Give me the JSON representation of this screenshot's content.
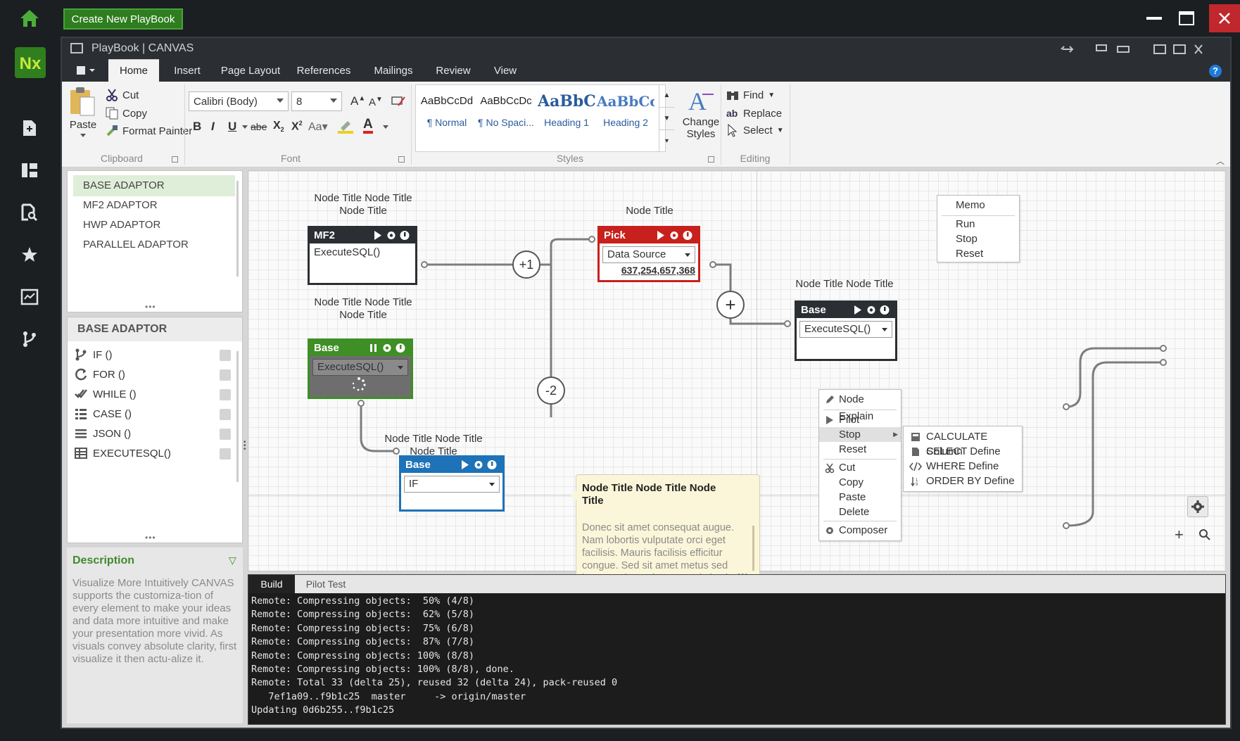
{
  "app": {
    "create_button": "Create New PlayBook",
    "window_title": "PlayBook | CANVAS"
  },
  "ribbon": {
    "tabs": [
      "Home",
      "Insert",
      "Page Layout",
      "References",
      "Mailings",
      "Review",
      "View"
    ],
    "clipboard": {
      "paste": "Paste",
      "cut": "Cut",
      "copy": "Copy",
      "format_painter": "Format Painter",
      "label": "Clipboard"
    },
    "font": {
      "family": "Calibri (Body)",
      "size": "8",
      "label": "Font"
    },
    "styles": {
      "items": [
        {
          "preview": "AaBbCcDd",
          "name": "¶ Normal"
        },
        {
          "preview": "AaBbCcDc",
          "name": "¶ No Spaci..."
        },
        {
          "preview": "AaBbCc",
          "name": "Heading 1"
        },
        {
          "preview": "AaBbCc",
          "name": "Heading 2"
        }
      ],
      "change_styles": "Change Styles",
      "label": "Styles"
    },
    "editing": {
      "find": "Find",
      "replace": "Replace",
      "select": "Select",
      "label": "Editing"
    }
  },
  "left_panel": {
    "adaptors": [
      "BASE ADAPTOR",
      "MF2 ADAPTOR",
      "HWP ADAPTOR",
      "PARALLEL ADAPTOR"
    ],
    "section_title": "BASE ADAPTOR",
    "commands": [
      "IF ()",
      "FOR ()",
      "WHILE ()",
      "CASE ()",
      "JSON ()",
      "EXECUTESQL()"
    ],
    "description_title": "Description",
    "description_text": "Visualize More Intuitively CANVAS supports the customiza-tion of every element to make your ideas and data more intuitive and make your presentation more vivid. As visuals convey absolute clarity, first visualize it then actu-alize it."
  },
  "canvas": {
    "nodes": {
      "mf2": {
        "title": "Node Title Node Title Node Title",
        "header": "MF2",
        "body": "ExecuteSQL()"
      },
      "pick": {
        "title": "Node Title",
        "header": "Pick",
        "dropdown": "Data Source",
        "value": "637,254,657,368"
      },
      "base_green": {
        "title": "Node Title Node Title Node Title",
        "header": "Base",
        "dropdown": "ExecuteSQL()"
      },
      "base_blue": {
        "title": "Node Title Node Title Node Title",
        "header": "Base",
        "dropdown": "IF"
      },
      "base_right": {
        "title": "Node Title Node Title",
        "header": "Base",
        "dropdown": "ExecuteSQL()"
      }
    },
    "connectors": {
      "plus1": "+1",
      "minus2": "-2",
      "add": "+"
    },
    "memo_menu": [
      "Memo",
      "Run",
      "Stop",
      "Reset"
    ],
    "context_menu": [
      "Node Explain",
      "Pilot",
      "Stop",
      "Reset",
      "Cut",
      "Copy",
      "Paste",
      "Delete",
      "Composer"
    ],
    "submenu": [
      "CALCULATE Column",
      "SELECT Define",
      "WHERE Define",
      "ORDER BY Define"
    ],
    "tooltip": {
      "title": "Node Title Node Title Node Title",
      "body": "Donec sit amet consequat augue. Nam lobortis vulputate orci eget facilisis. Mauris facilisis efficitur congue. Sed sit amet metus sed lorem malesuada venenatis in sit"
    }
  },
  "console": {
    "tabs": [
      "Build",
      "Pilot Test"
    ],
    "lines": [
      "Remote: Compressing objects:  50% (4/8)",
      "Remote: Compressing objects:  62% (5/8)",
      "Remote: Compressing objects:  75% (6/8)",
      "Remote: Compressing objects:  87% (7/8)",
      "Remote: Compressing objects: 100% (8/8)",
      "Remote: Compressing objects: 100% (8/8), done.",
      "Remote: Total 33 (delta 25), reused 32 (delta 24), pack-reused 0",
      "   7ef1a09..f9b1c25  master     -> origin/master",
      "Updating 0d6b255..f9b1c25"
    ]
  },
  "colors": {
    "brand_green": "#2e7d1e",
    "node_red": "#c8201c",
    "node_green": "#3d8f26",
    "node_blue": "#1e72b8",
    "node_dark": "#2b2f33"
  }
}
